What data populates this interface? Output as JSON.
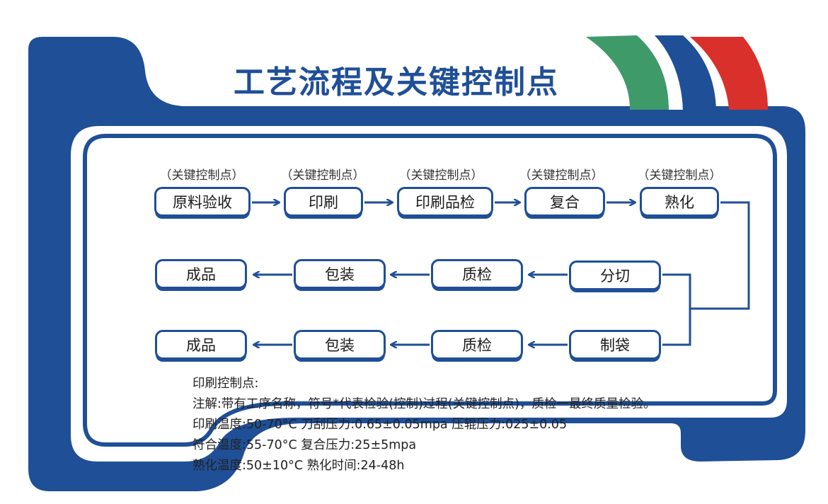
{
  "title": "工艺流程及关键控制点",
  "control_point_label": "（关键控制点）",
  "row1": [
    {
      "id": "n1",
      "label": "原料验收",
      "control": true
    },
    {
      "id": "n2",
      "label": "印刷",
      "control": true
    },
    {
      "id": "n3",
      "label": "印刷品检",
      "control": true
    },
    {
      "id": "n4",
      "label": "复合",
      "control": true
    },
    {
      "id": "n5",
      "label": "熟化",
      "control": true
    }
  ],
  "row2": [
    {
      "id": "n6",
      "label": "成品"
    },
    {
      "id": "n7",
      "label": "包装"
    },
    {
      "id": "n8",
      "label": "质检"
    },
    {
      "id": "n9",
      "label": "分切"
    }
  ],
  "row3": [
    {
      "id": "n10",
      "label": "成品"
    },
    {
      "id": "n11",
      "label": "包装"
    },
    {
      "id": "n12",
      "label": "质检"
    },
    {
      "id": "n13",
      "label": "制袋"
    }
  ],
  "edges": [
    [
      "n1",
      "n2"
    ],
    [
      "n2",
      "n3"
    ],
    [
      "n3",
      "n4"
    ],
    [
      "n4",
      "n5"
    ],
    [
      "n5",
      "n9"
    ],
    [
      "n5",
      "n13"
    ],
    [
      "n9",
      "n8"
    ],
    [
      "n8",
      "n7"
    ],
    [
      "n7",
      "n6"
    ],
    [
      "n13",
      "n12"
    ],
    [
      "n12",
      "n11"
    ],
    [
      "n11",
      "n10"
    ]
  ],
  "notes": {
    "heading": "印刷控制点:",
    "line1": "注解:带有工序名称，符号*代表检验(控制)过程(关键控制点)，质检一最终质量检验。",
    "line2": "印刷温度:50-70°C  刀刮压力:0.65±0.05mpa  压辊压力:025±0.05",
    "line3": "符合温度:55-70°C  复合压力:25±5mpa",
    "line4": "熟化温度:50±10°C  熟化时间:24-48h"
  },
  "colors": {
    "primary": "#1f4f97",
    "green": "#3f9a6a",
    "red": "#d9302b"
  }
}
